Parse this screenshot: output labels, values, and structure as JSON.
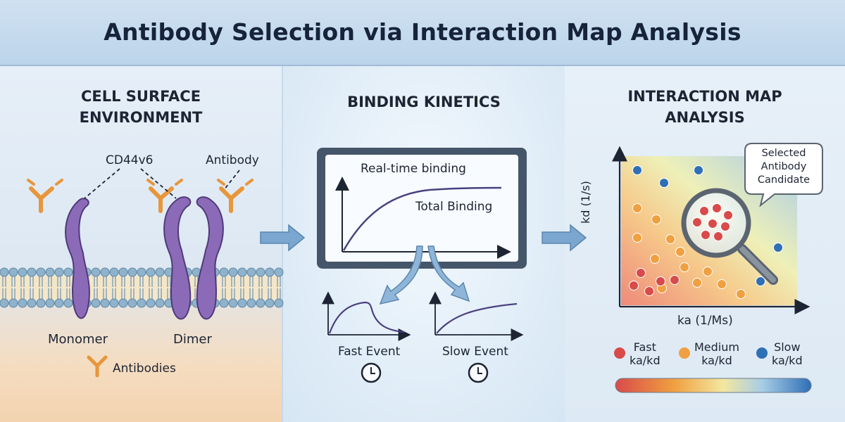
{
  "title": "Antibody Selection via Interaction Map Analysis",
  "panels": {
    "left": {
      "heading_line1": "CELL SURFACE",
      "heading_line2": "ENVIRONMENT",
      "label_cd44v6": "CD44v6",
      "label_antibody": "Antibody",
      "label_monomer": "Monomer",
      "label_dimer": "Dimer",
      "legend_antibodies": "Antibodies"
    },
    "middle": {
      "heading": "BINDING KINETICS",
      "monitor_title": "Real-time binding",
      "curve_label": "Total Binding",
      "fast_event": "Fast Event",
      "slow_event": "Slow Event"
    },
    "right": {
      "heading_line1": "INTERACTION MAP",
      "heading_line2": "ANALYSIS",
      "callout_line1": "Selected",
      "callout_line2": "Antibody",
      "callout_line3": "Candidate",
      "y_axis_label": "kd (1/s)",
      "x_axis_label": "ka (1/Ms)",
      "legend": [
        {
          "line1": "Fast",
          "line2": "ka/kd",
          "color": "#d94a4a"
        },
        {
          "line1": "Medium",
          "line2": "ka/kd",
          "color": "#f0a040"
        },
        {
          "line1": "Slow",
          "line2": "ka/kd",
          "color": "#2f6fb5"
        }
      ]
    }
  },
  "colors": {
    "receptor": "#8b6bb8",
    "antibody": "#e8963a",
    "arrow": "#7aa6cf",
    "membrane_head": "#8fb3cc",
    "fast": "#d94a4a",
    "medium": "#f0a040",
    "slow": "#2f6fb5"
  }
}
